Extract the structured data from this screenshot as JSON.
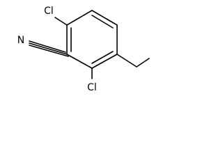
{
  "molecule": {
    "atoms": {
      "cl_top": "Cl",
      "cl_bottom": "Cl",
      "nitrile_n": "N"
    },
    "colors": {
      "bond": "#000000",
      "label": "#000000",
      "background": "#ffffff"
    }
  }
}
